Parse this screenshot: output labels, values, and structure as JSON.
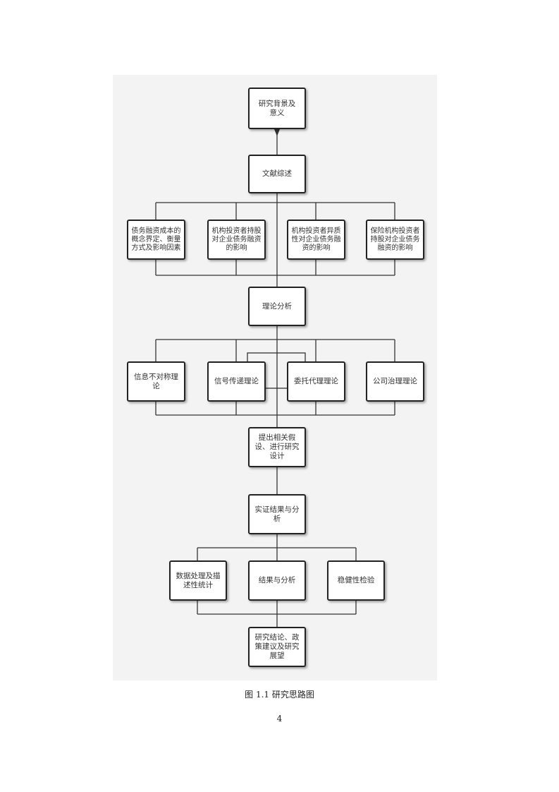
{
  "diagram": {
    "nodes": {
      "background": "研究背景及意义",
      "literature": "文献综述",
      "lit_1": "债务融资成本的概念界定、衡量方式及影响因素",
      "lit_2": "机构投资者持股对企业债务融资的影响",
      "lit_3": "机构投资者异质性对企业债务融资的影响",
      "lit_4": "保险机构投资者持股对企业债务融资的影响",
      "theory": "理论分析",
      "theory_1": "信息不对称理论",
      "theory_2": "信号传递理论",
      "theory_3": "委托代理理论",
      "theory_4": "公司治理理论",
      "hypothesis": "提出相关假设、进行研究设计",
      "empirical": "实证结果与分析",
      "emp_1": "数据处理及描述性统计",
      "emp_2": "结果与分析",
      "emp_3": "稳健性检验",
      "conclusion": "研究结论、政策建议及研究展望"
    }
  },
  "caption": "图 1.1  研究思路图",
  "page_number": "4",
  "colors": {
    "panel": "#f3f3f3",
    "line": "#333333",
    "border": "#222222"
  }
}
